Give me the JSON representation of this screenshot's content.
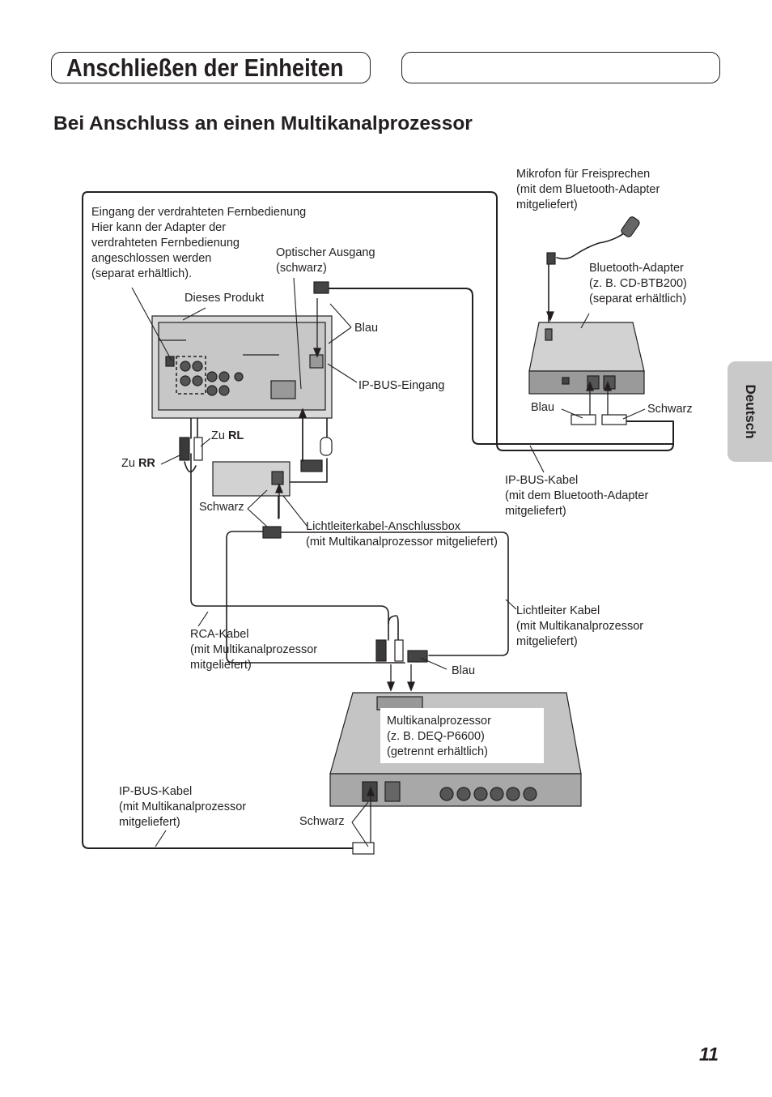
{
  "header": {
    "section_title": "Anschließen der Einheiten",
    "subsection_title": "Bei Anschluss an einen Multikanalprozessor"
  },
  "sidebar": {
    "language_tab": "Deutsch"
  },
  "page_number": "11",
  "labels": {
    "remote_input": "Eingang der verdrahteten Fernbedienung\nHier kann der Adapter der\nverdrahteten Fernbedienung\nangeschlossen werden\n(separat erhältlich).",
    "optical_out": "Optischer Ausgang\n(schwarz)",
    "this_product": "Dieses Produkt",
    "blau_1": "Blau",
    "ipbus_input": "IP-BUS-Eingang",
    "microphone": "Mikrofon für Freisprechen\n(mit dem Bluetooth-Adapter\nmitgeliefert)",
    "bt_adapter": "Bluetooth-Adapter\n(z. B. CD-BTB200)\n(separat erhältlich)",
    "blau_2": "Blau",
    "schwarz_1": "Schwarz",
    "zu_rl_prefix": "Zu ",
    "zu_rl_bold": "RL",
    "zu_rr_prefix": "Zu ",
    "zu_rr_bold": "RR",
    "schwarz_2": "Schwarz",
    "ipbus_cable_bt": "IP-BUS-Kabel\n(mit dem Bluetooth-Adapter\nmitgeliefert)",
    "optical_box": "Lichtleiterkabel-Anschlussbox\n(mit Multikanalprozessor mitgeliefert)",
    "optical_cable": "Lichtleiter Kabel\n(mit Multikanalprozessor\nmitgeliefert)",
    "rca_cable": "RCA-Kabel\n(mit Multikanalprozessor\nmitgeliefert)",
    "blau_3": "Blau",
    "processor": "Multikanalprozessor\n(z. B. DEQ-P6600)\n(getrennt erhältlich)",
    "ipbus_cable_proc": "IP-BUS-Kabel\n(mit Multikanalprozessor\nmitgeliefert)",
    "schwarz_3": "Schwarz"
  }
}
